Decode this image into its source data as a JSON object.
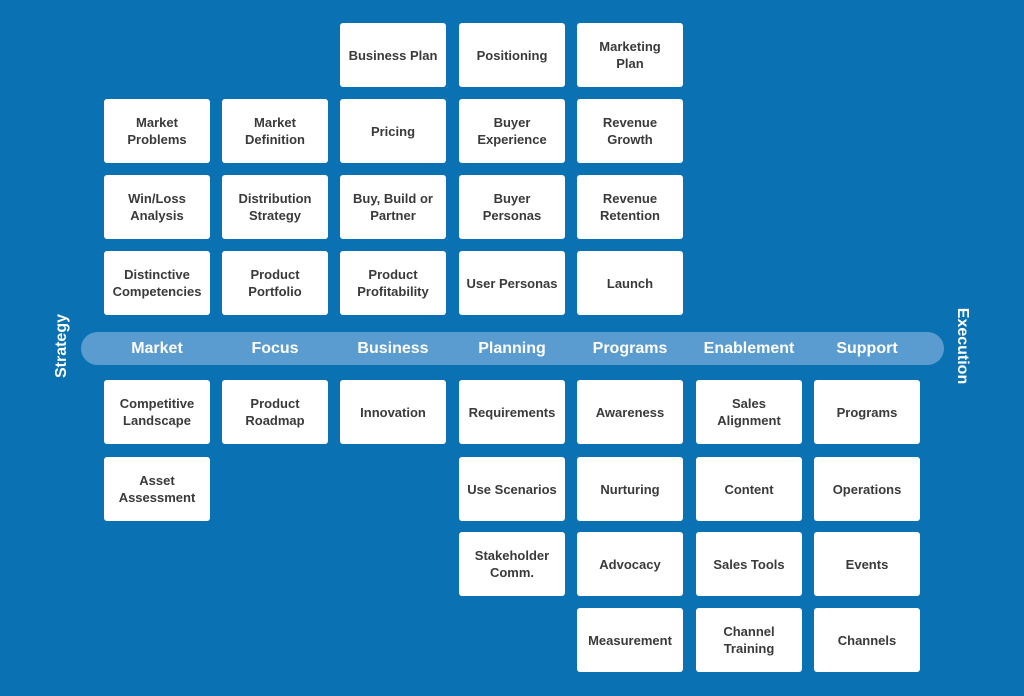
{
  "labels": {
    "strategy": "Strategy",
    "execution": "Execution"
  },
  "columns": [
    {
      "name": "Market",
      "above": [
        "",
        "Market\nProblems",
        "Win/Loss\nAnalysis",
        "Distinctive\nCompetencies"
      ],
      "below": [
        "Competitive\nLandscape",
        "Asset\nAssessment"
      ]
    },
    {
      "name": "Focus",
      "above": [
        "",
        "Market\nDefinition",
        "Distribution\nStrategy",
        "Product\nPortfolio"
      ],
      "below": [
        "Product\nRoadmap"
      ]
    },
    {
      "name": "Business",
      "above": [
        "Business Plan",
        "Pricing",
        "Buy, Build or\nPartner",
        "Product\nProfitability"
      ],
      "below": [
        "Innovation"
      ]
    },
    {
      "name": "Planning",
      "above": [
        "Positioning",
        "Buyer\nExperience",
        "Buyer\nPersonas",
        "User Personas"
      ],
      "below": [
        "Requirements",
        "Use Scenarios",
        "Stakeholder\nComm."
      ]
    },
    {
      "name": "Programs",
      "above": [
        "Marketing\nPlan",
        "Revenue\nGrowth",
        "Revenue\nRetention",
        "Launch"
      ],
      "below": [
        "Awareness",
        "Nurturing",
        "Advocacy",
        "Measurement"
      ]
    },
    {
      "name": "Enablement",
      "above": [],
      "below": [
        "Sales\nAlignment",
        "Content",
        "Sales Tools",
        "Channel\nTraining"
      ]
    },
    {
      "name": "Support",
      "above": [],
      "below": [
        "Programs",
        "Operations",
        "Events",
        "Channels"
      ]
    }
  ]
}
